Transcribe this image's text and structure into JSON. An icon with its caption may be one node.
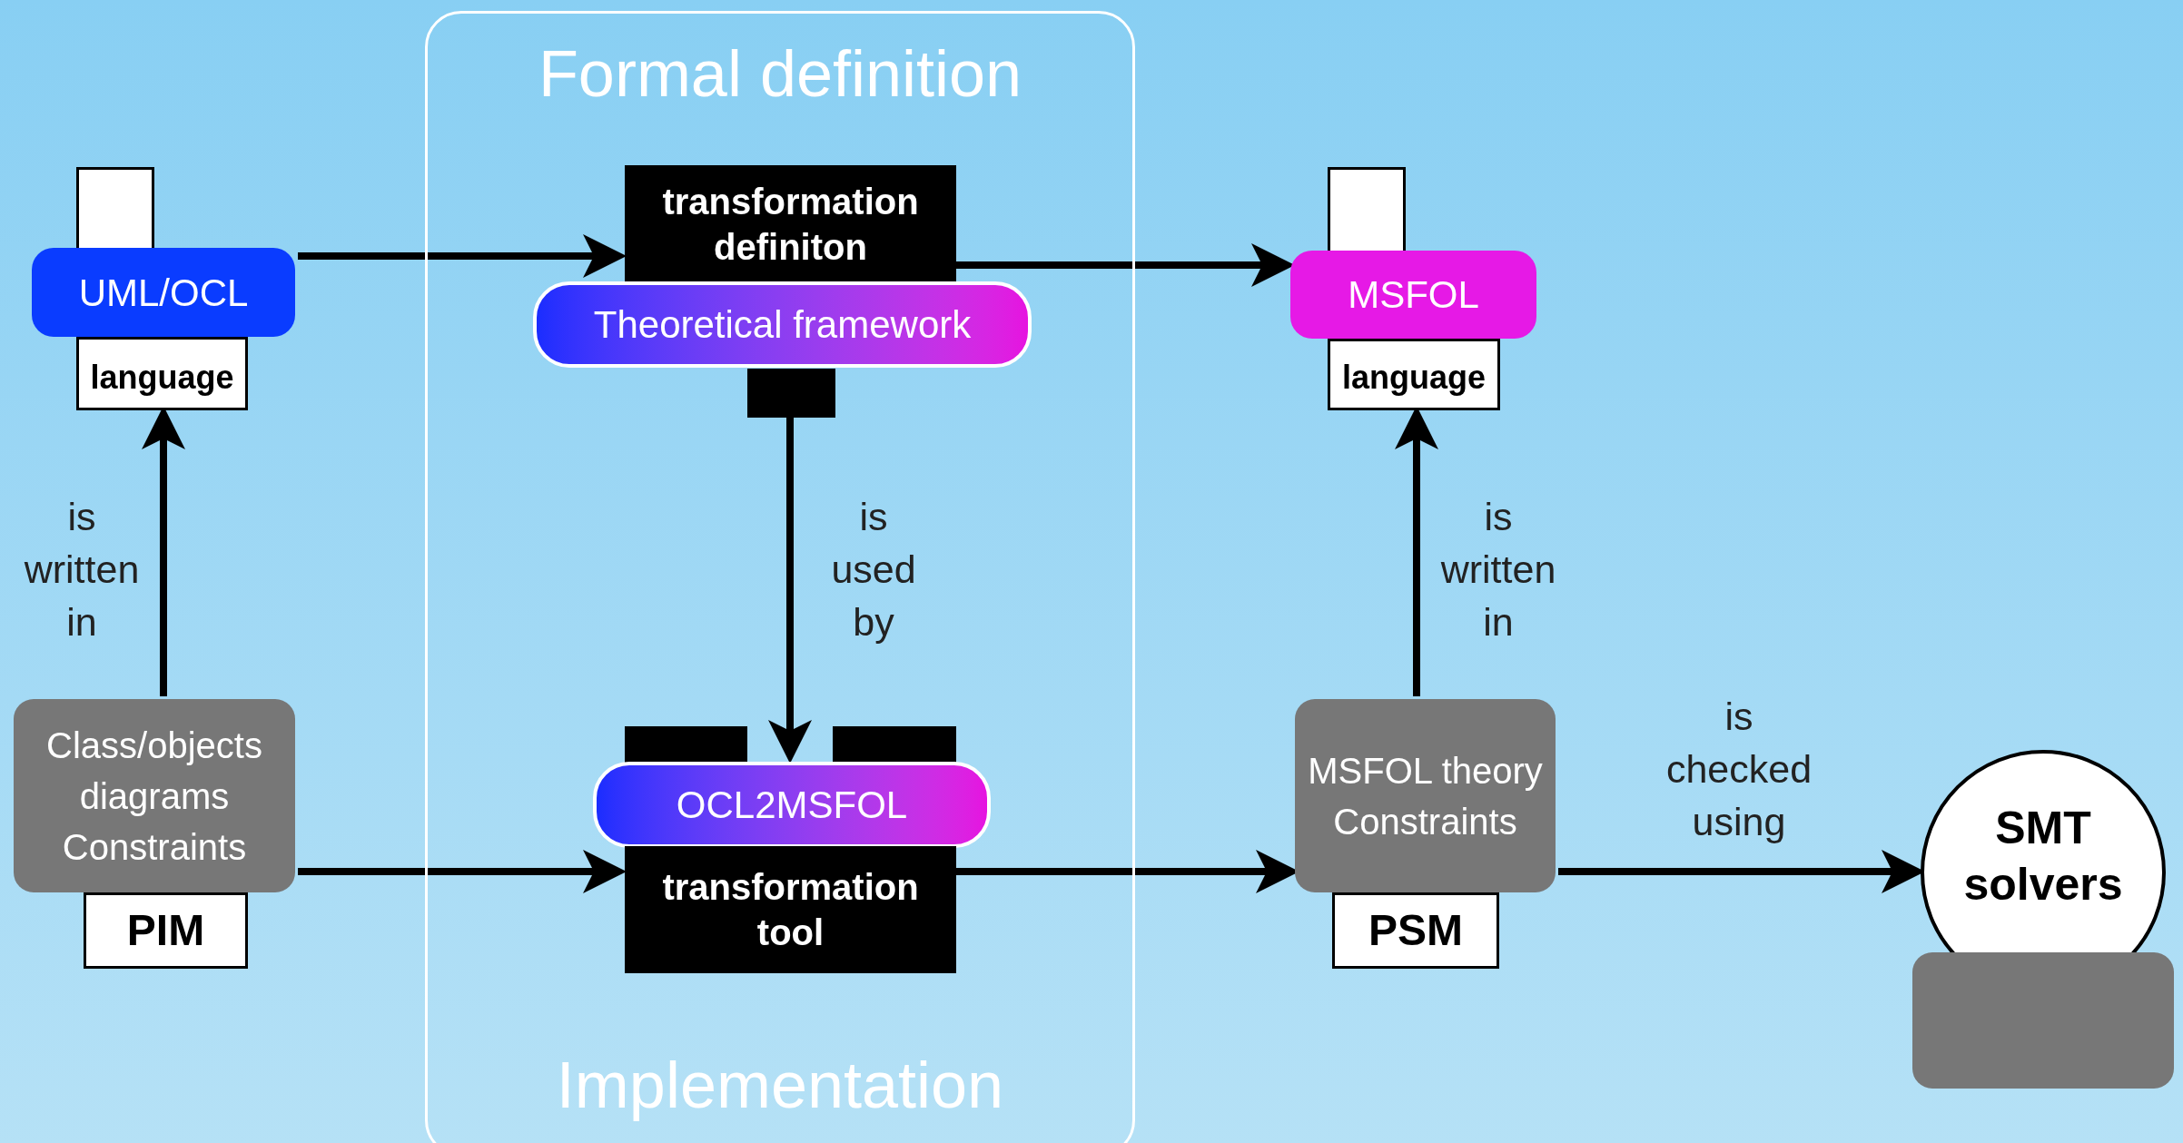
{
  "diagram": {
    "nodes": [
      {
        "text": [
          "Formal definition",
          "Implementation"
        ]
      },
      {
        "text": [
          "language"
        ]
      },
      {
        "text": [
          "UML/OCL"
        ]
      },
      {
        "text": [
          "Class/objects diagrams Constraints"
        ]
      },
      {
        "text": [
          "PIM"
        ]
      },
      {
        "text": [
          "transformation definiton"
        ],
        "in": 0
      },
      {
        "text": [
          "Theoretical framework"
        ],
        "in": 0
      },
      {
        "text": [],
        "shape": "bar",
        "in": 0
      },
      {
        "text": [],
        "shape": "bar",
        "in": 0
      },
      {
        "text": [],
        "shape": "bar",
        "in": 0
      },
      {
        "text": [
          "OCL2MSFOL"
        ],
        "in": 0
      },
      {
        "text": [
          "transformation tool"
        ],
        "in": 0
      },
      {
        "text": [
          "language"
        ]
      },
      {
        "text": [
          "MSFOL"
        ]
      },
      {
        "text": [
          "MSFOL theory Constraints"
        ]
      },
      {
        "text": [
          "PSM"
        ]
      },
      {
        "text": [
          "SMT solvers"
        ]
      },
      {
        "text": [],
        "shape": "box"
      },
      {
        "text": [],
        "shape": "box"
      },
      {
        "text": [],
        "shape": "box"
      }
    ],
    "edges": [
      {
        "from": 2,
        "to": 5,
        "arrow": "to"
      },
      {
        "from": 5,
        "to": 13,
        "arrow": "to"
      },
      {
        "from": 3,
        "to": 1,
        "arrow": "to",
        "label": "is written in"
      },
      {
        "from": 7,
        "to": 10,
        "arrow": "to",
        "label": "is used by"
      },
      {
        "from": 3,
        "to": 11,
        "arrow": "to"
      },
      {
        "from": 11,
        "to": 14,
        "arrow": "to"
      },
      {
        "from": 14,
        "to": 12,
        "arrow": "to",
        "label": "is written in"
      },
      {
        "from": 14,
        "to": 16,
        "arrow": "to",
        "label": "is checked using"
      }
    ]
  }
}
